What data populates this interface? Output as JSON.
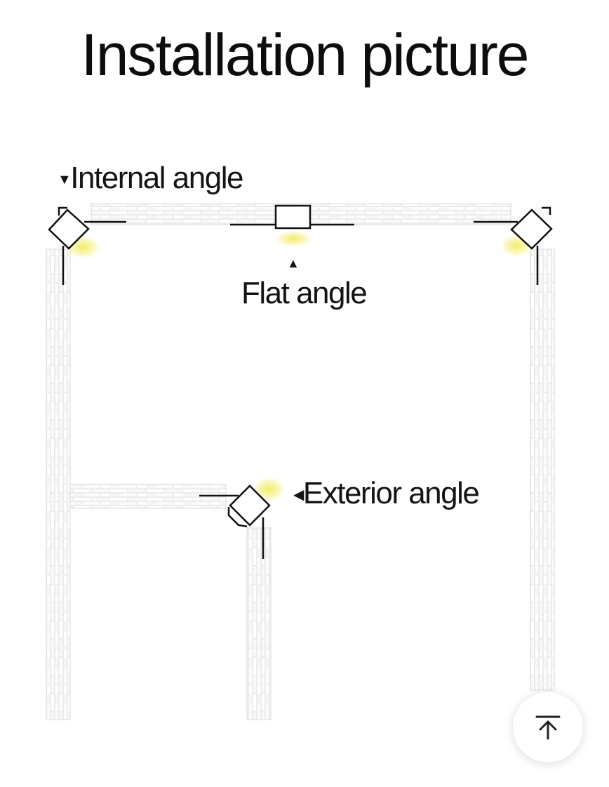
{
  "title": "Installation picture",
  "labels": {
    "internal_angle": "Internal angle",
    "flat_angle": "Flat angle",
    "exterior_angle": "Exterior angle"
  },
  "markers": {
    "down": "▼",
    "up": "▲",
    "left": "◀"
  },
  "colors": {
    "wall_fill": "#ececec",
    "wall_brick": "#ffffff",
    "wall_edge": "#d6d6d6",
    "light_glow": "#f6f08a",
    "profile_line": "#111111"
  },
  "icons": {
    "back_to_top": "arrow-up-to-line-icon"
  }
}
